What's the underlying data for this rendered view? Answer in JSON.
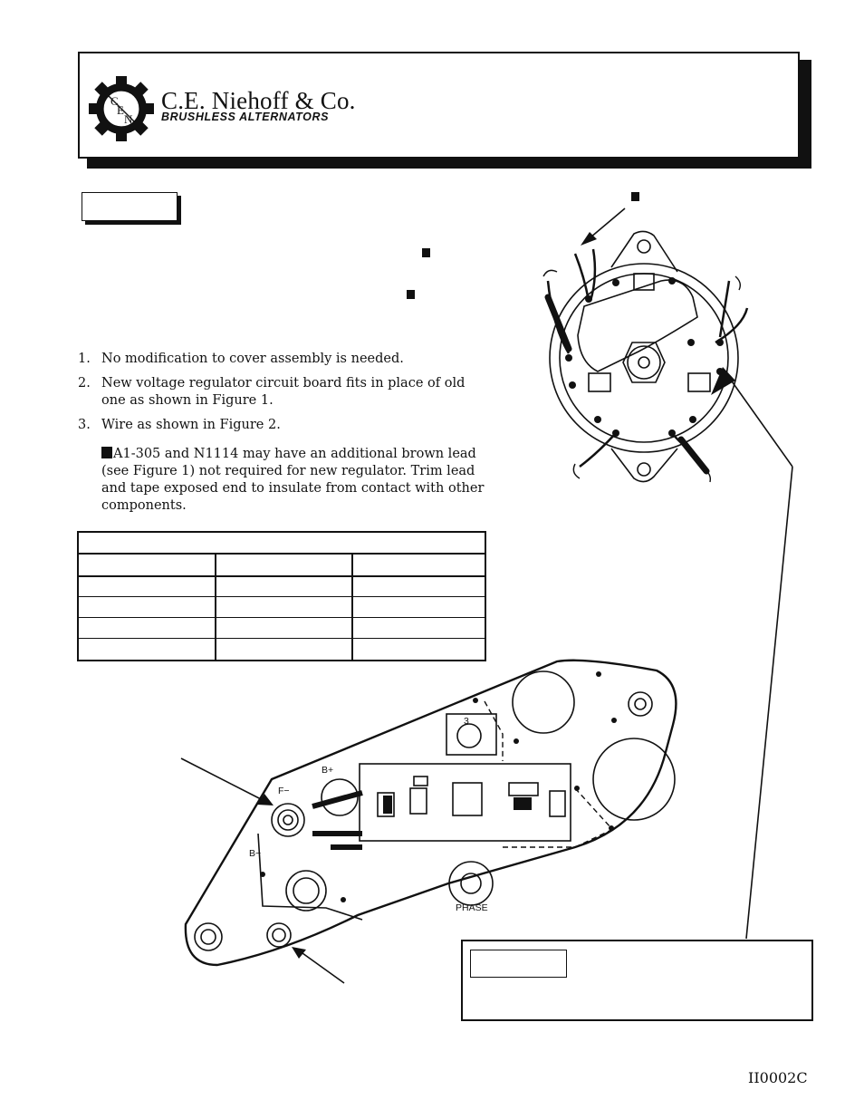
{
  "header": {
    "company": "C.E. Niehoff & Co.",
    "tagline": "BRUSHLESS ALTERNATORS",
    "logo_letters": [
      "C",
      "E",
      "N"
    ]
  },
  "steps": [
    {
      "num": "1.",
      "text": "No modification to cover assembly is needed."
    },
    {
      "num": "2.",
      "text": "New voltage regulator circuit board fits in place of old one as shown in Figure 1."
    },
    {
      "num": "3.",
      "text": "Wire as shown in Figure 2."
    }
  ],
  "note": "A1-305 and N1114 may have an additional brown lead (see Figure 1) not required for new regulator. Trim lead and tape exposed end to insulate from contact with other components.",
  "figure2": {
    "labels": {
      "b_plus": "B+",
      "f_minus": "F−",
      "b_minus": "B−",
      "phase": "PHASE",
      "pot": "3"
    }
  },
  "footer": {
    "doc_code": "II0002C"
  }
}
